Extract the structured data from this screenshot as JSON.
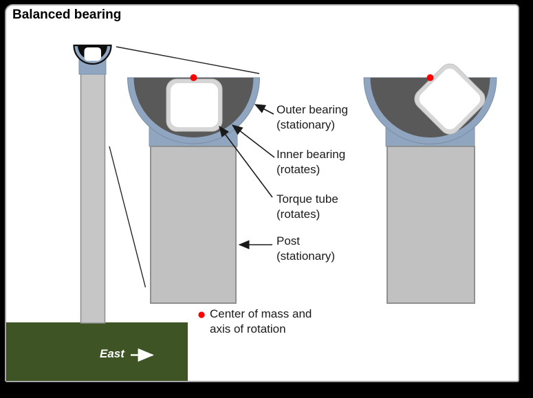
{
  "title": "Balanced bearing",
  "callouts": {
    "outer_bearing": {
      "line1": "Outer bearing",
      "line2": "(stationary)"
    },
    "inner_bearing": {
      "line1": "Inner bearing",
      "line2": "(rotates)"
    },
    "torque_tube": {
      "line1": "Torque tube",
      "line2": "(rotates)"
    },
    "post": {
      "line1": "Post",
      "line2": "(stationary)"
    }
  },
  "legend": {
    "line1": "Center of mass and",
    "line2": "axis of rotation"
  },
  "ground": {
    "direction_label": "East"
  },
  "icons": {
    "east_arrow": "right-arrow",
    "callout_arrow": "left-arrowhead",
    "axis_dot": "red-dot"
  },
  "colors": {
    "outer_bearing_fill": "#8FA5C0",
    "inner_bearing_fill": "#595959",
    "small_inner_fill": "#0D0D0D",
    "torque_tube_ring": "#D6D6D6",
    "torque_tube_fill": "#FFFFFF",
    "post_fill": "#C1C1C1",
    "post_stroke": "#8F8F8F",
    "small_post_fill": "#C6C6C6",
    "ground_fill": "#3E5425",
    "axis_dot": "#FF0000",
    "frame": "#000000",
    "slide_border": "#A6A6A6"
  }
}
